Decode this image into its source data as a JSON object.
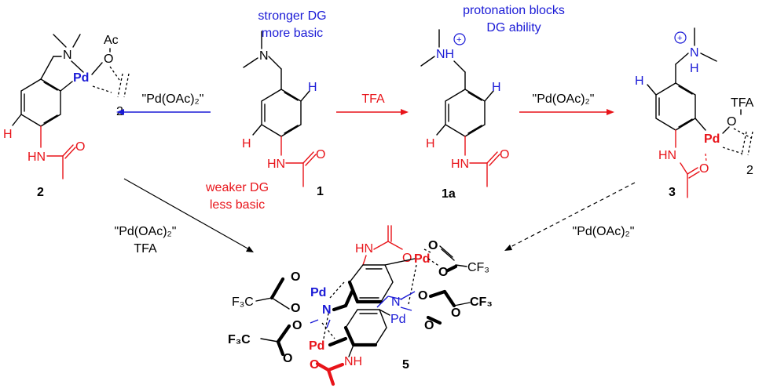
{
  "colors": {
    "blue": "#1a1ad6",
    "red": "#e8141a",
    "black": "#000000"
  },
  "notes": {
    "stronger_dg_l1": "stronger DG",
    "stronger_dg_l2": "more basic",
    "weaker_dg_l1": "weaker DG",
    "weaker_dg_l2": "less basic",
    "protonation_l1": "protonation blocks",
    "protonation_l2": "DG ability"
  },
  "compounds": {
    "c1": "1",
    "c1a": "1a",
    "c2": "2",
    "c3": "3",
    "c5": "5"
  },
  "reagents": {
    "pd_left": "\"Pd(OAc)₂\"",
    "tfa_mid": "TFA",
    "pd_right": "\"Pd(OAc)₂\"",
    "pd_diag_left": "\"Pd(OAc)₂\"",
    "tfa_diag_left": "TFA",
    "pd_diag_right": "\"Pd(OAc)₂\""
  },
  "atoms": {
    "N": "N",
    "NH": "NH",
    "H": "H",
    "O": "O",
    "HN": "HN",
    "Pd": "Pd",
    "Ac": "Ac",
    "TFA": "TFA",
    "two": "2",
    "plus": "+",
    "CF3": "CF₃",
    "F3C": "F₃C"
  }
}
